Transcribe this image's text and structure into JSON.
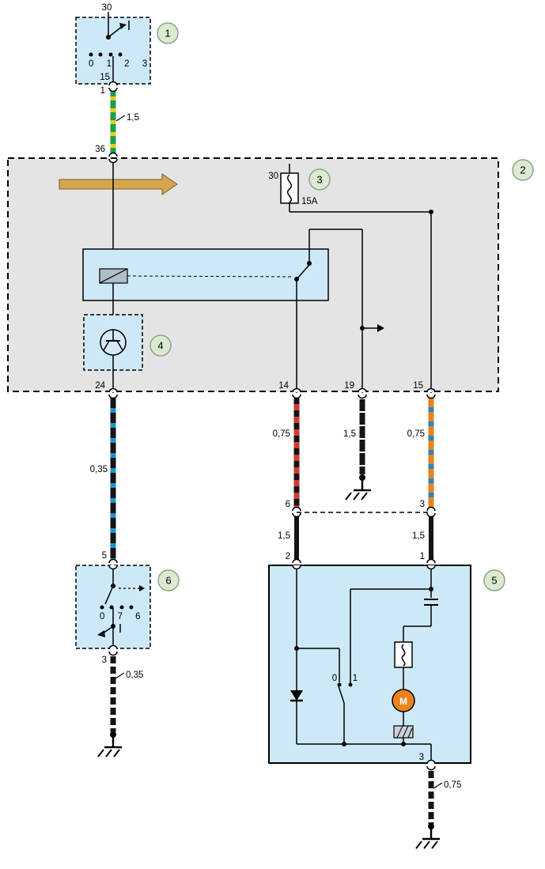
{
  "diagram": {
    "badge1": "1",
    "badge2": "2",
    "badge3": "3",
    "badge4": "4",
    "badge5": "5",
    "badge6": "6"
  },
  "component1": {
    "pin_top": "30",
    "positions": "0 1 2 3",
    "terminal": "15",
    "pin_out": "1",
    "wire_size": "1,5"
  },
  "control_unit": {
    "pin_in": "36",
    "fuse_terminal": "30",
    "fuse_rating": "15A",
    "pin24": "24",
    "pin14": "14",
    "pin19": "19",
    "pin15": "15"
  },
  "wires": {
    "w24_size": "0,35",
    "w14_size": "0,75",
    "w19_size": "1,5",
    "w15_size": "0,75",
    "seg14_size": "1,5",
    "seg15_size": "1,5",
    "w6_out_size": "0,35",
    "pump_out_size": "0,75"
  },
  "connectors": {
    "c14_a": "6",
    "c14_b": "2",
    "c15_a": "3",
    "c15_b": "1",
    "c6_in": "5",
    "c6_out": "3",
    "pump_out": "3"
  },
  "switch6": {
    "positions": "0 7 6"
  },
  "pump": {
    "sw0": "0",
    "sw1": "1",
    "motor": "M"
  },
  "colors": {
    "light_blue": "#cde9f7",
    "gray_box": "#e4e4e4",
    "badge_fill": "#dcead2",
    "bus_arrow": "#d7a54e",
    "motor_orange": "#e8831d"
  }
}
